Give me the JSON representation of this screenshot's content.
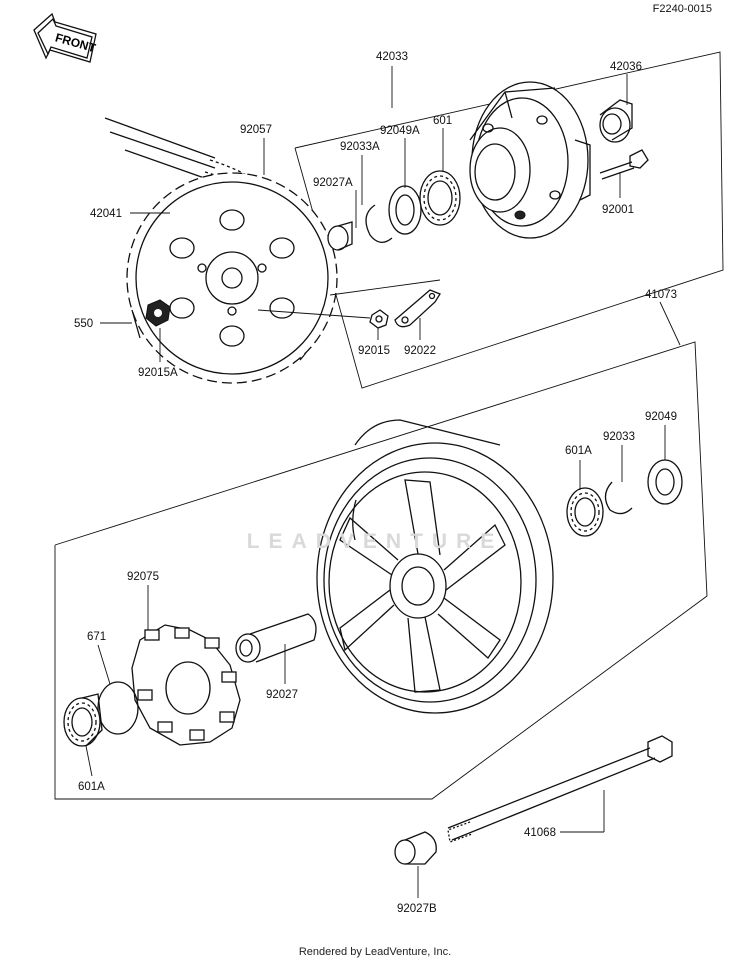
{
  "diagram_code": "F2240-0015",
  "front_badge": "FRONT",
  "footer": "Rendered by LeadVenture, Inc.",
  "watermark": "LEADVENTURE",
  "parts": {
    "p42033": "42033",
    "p42036": "42036",
    "p92057": "92057",
    "p92033A": "92033A",
    "p92049A": "92049A",
    "p601_top": "601",
    "p92027A": "92027A",
    "p92001": "92001",
    "p42041": "42041",
    "p550": "550",
    "p92015A": "92015A",
    "p92015": "92015",
    "p92022": "92022",
    "p41073": "41073",
    "p92049": "92049",
    "p92033": "92033",
    "p601A_right": "601A",
    "p92075": "92075",
    "p671": "671",
    "p92027": "92027",
    "p601A_left": "601A",
    "p41068": "41068",
    "p92027B": "92027B"
  }
}
